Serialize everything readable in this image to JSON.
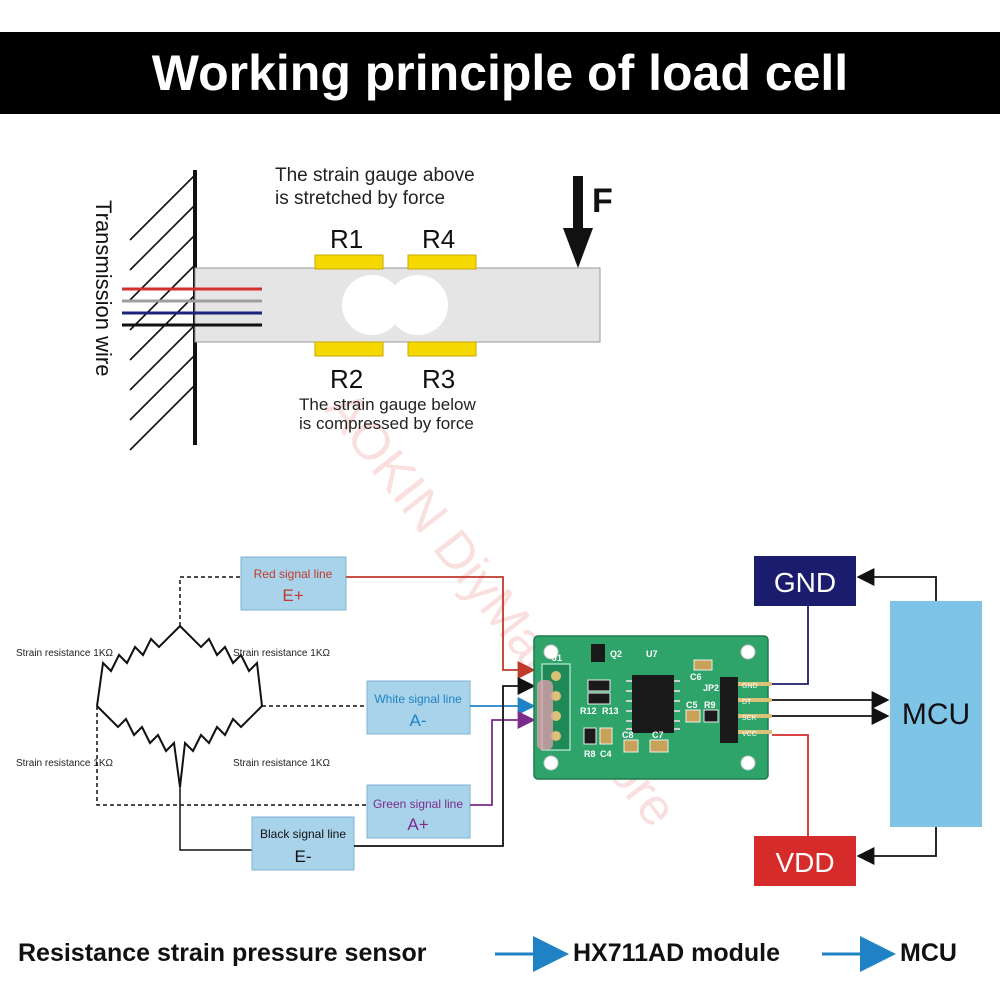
{
  "header": {
    "title": "Working principle of load cell"
  },
  "watermark": {
    "text": "AOKIN DiyMaker Store"
  },
  "beam": {
    "top_note_line1": "The strain gauge above",
    "top_note_line2": "is stretched by force",
    "bottom_note_line1": "The strain gauge below",
    "bottom_note_line2": "is compressed by force",
    "force_label": "F",
    "r1": "R1",
    "r2": "R2",
    "r3": "R3",
    "r4": "R4",
    "wire_label": "Transmission wire"
  },
  "bridge": {
    "resistor_label": "Strain resistance 1KΩ",
    "red_line": {
      "name": "Red signal line",
      "code": "E+"
    },
    "white_line": {
      "name": "White signal line",
      "code": "A-"
    },
    "green_line": {
      "name": "Green signal line",
      "code": "A+"
    },
    "black_line": {
      "name": "Black signal line",
      "code": "E-"
    }
  },
  "module": {
    "labels": {
      "j1": "J1",
      "q2": "Q2",
      "u7": "U7",
      "c6": "C6",
      "jp2": "JP2",
      "r12": "R12",
      "r13": "R13",
      "c5": "C5",
      "r9": "R9",
      "c8": "C8",
      "c7": "C7",
      "r8": "R8",
      "c4": "C4"
    },
    "pins": [
      "GND",
      "DT",
      "SCK",
      "VCC"
    ]
  },
  "outputs": {
    "gnd": "GND",
    "vdd": "VDD",
    "mcu": "MCU"
  },
  "footer": {
    "sensor": "Resistance strain pressure sensor",
    "module": "HX711AD module",
    "mcu": "MCU"
  },
  "colors": {
    "red": "#c0392b",
    "blue": "#1f82c4",
    "purple": "#7b2b8a",
    "gnd_bg": "#1b1c6e",
    "vdd_bg": "#d62b2b",
    "mcu_bg": "#7ec4e6",
    "label_bg": "#a9d3ea",
    "pcb": "#2ea36a"
  }
}
